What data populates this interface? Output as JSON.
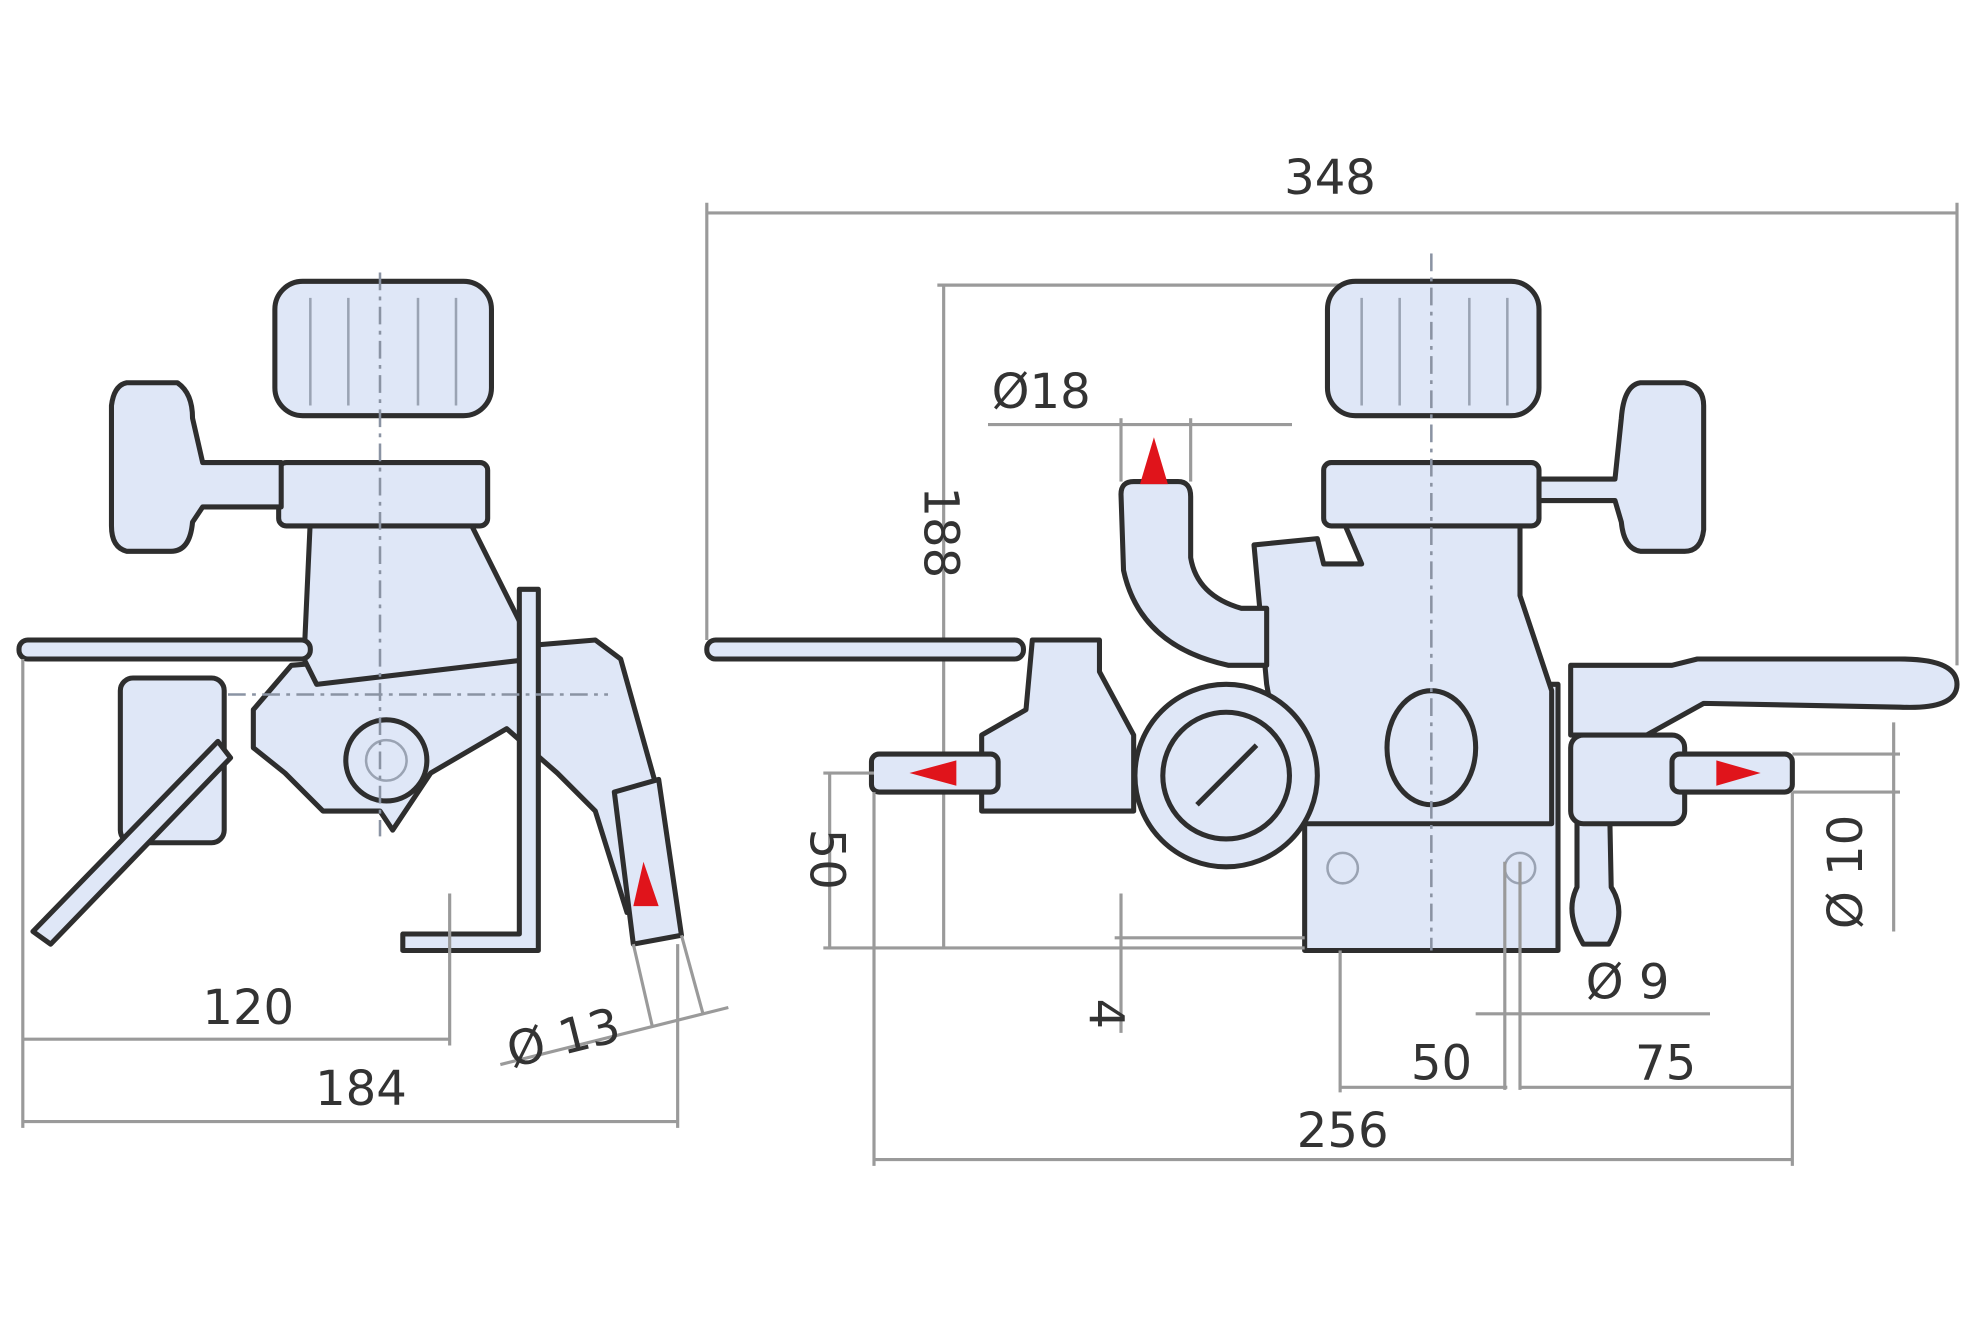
{
  "colors": {
    "part_fill": "#dfe7f7",
    "outline": "#2e2e2e",
    "dimension": "#9a9a9a",
    "flow_arrow": "#e0141b"
  },
  "side_view": {
    "dims": {
      "width_120": "120",
      "width_184": "184",
      "outlet_diameter": "Ø 13"
    }
  },
  "front_view": {
    "dims": {
      "overall_width": "348",
      "height": "188",
      "inlet_diameter": "Ø18",
      "pipe_height": "50",
      "offset": "4",
      "hole_diameter": "Ø 9",
      "hole_spacing": "50",
      "hole_to_end": "75",
      "base_width": "256",
      "outlet_diameter": "Ø 10"
    }
  }
}
